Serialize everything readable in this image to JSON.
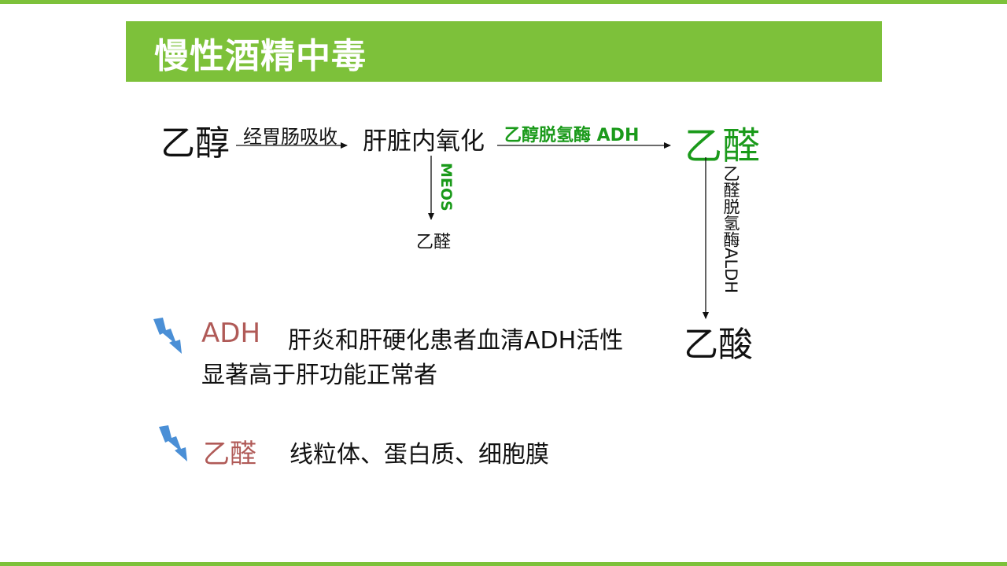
{
  "title": "慢性酒精中毒",
  "pathway": {
    "ethanol": "乙醇",
    "absorption_label": "经胃肠吸收",
    "liver_oxidation": "肝脏内氧化",
    "adh_label": "乙醇脱氢酶  ADH",
    "acetaldehyde_main": "乙醛",
    "meos_label": "MEOS",
    "acetaldehyde_meos": "乙醛",
    "aldh_label": "乙醛脱氢酶ALDH",
    "acetic_acid": "乙酸"
  },
  "notes": [
    {
      "icon": "lightning-bolt-icon",
      "key": "ADH",
      "text": "肝炎和肝硬化患者血清ADH活性",
      "text_line2": "显著高于肝功能正常者"
    },
    {
      "icon": "lightning-bolt-icon",
      "key": "乙醛",
      "text": "线粒体、蛋白质、细胞膜"
    }
  ],
  "colors": {
    "accent_green": "#7dc13a",
    "label_green": "#1a9a1a",
    "key_red": "#b05a57",
    "bolt_blue": "#4a8fd6"
  }
}
